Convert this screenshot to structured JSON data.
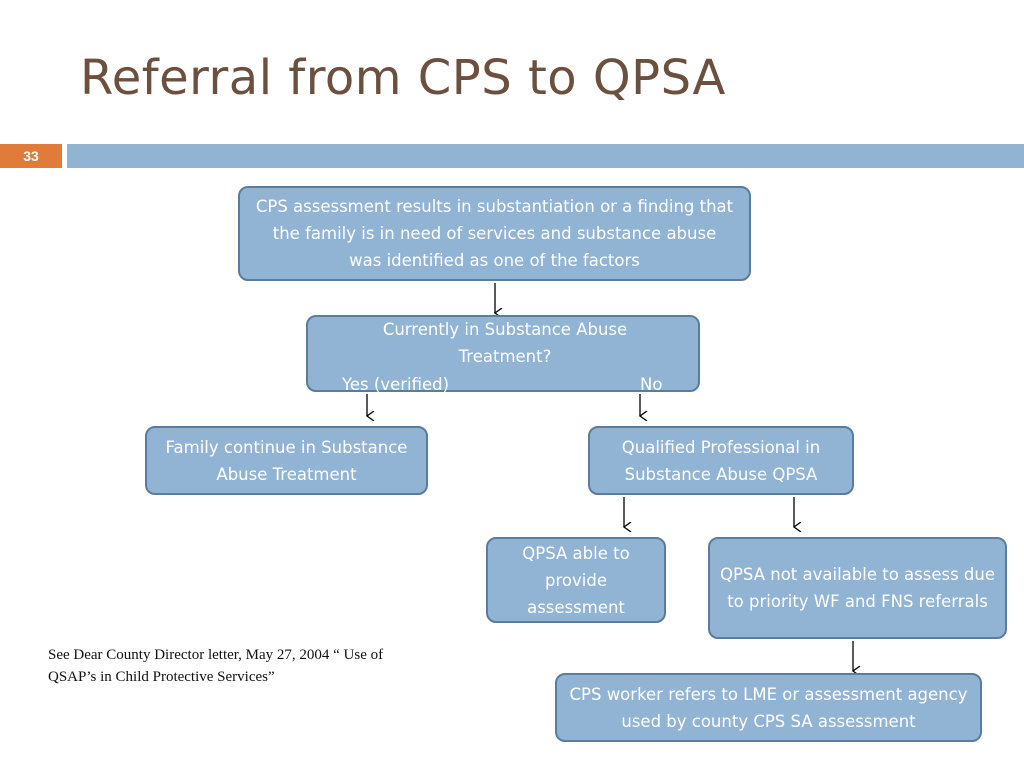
{
  "slide": {
    "title": "Referral from CPS to QPSA",
    "number": "33"
  },
  "flowchart": {
    "cps_assessment": "CPS assessment results in substantiation or a finding that the family is in need of services and substance abuse was identified as one of the factors",
    "current_treatment_question": "Currently in Substance Abuse Treatment?",
    "yes_label": "Yes (verified)",
    "no_label": "No",
    "family_continue": "Family continue in Substance Abuse Treatment",
    "qualified_professional": "Qualified Professional in Substance Abuse QPSA",
    "qpsa_able": "QPSA able to provide assessment",
    "qpsa_not_available": "QPSA not available to assess due to priority WF and FNS referrals",
    "cps_worker_refers": "CPS worker refers to LME or assessment agency  used by county CPS SA assessment"
  },
  "footnote": {
    "line1": "See Dear County Director letter, May 27, 2004  “ Use of",
    "line2": "QSAP’s in Child Protective Services”"
  },
  "colors": {
    "title": "#6b4f3f",
    "slide_number_bg": "#e07b39",
    "title_bar": "#92b4d3",
    "box_fill": "#91b4d4",
    "box_border": "#5a7c9d"
  }
}
